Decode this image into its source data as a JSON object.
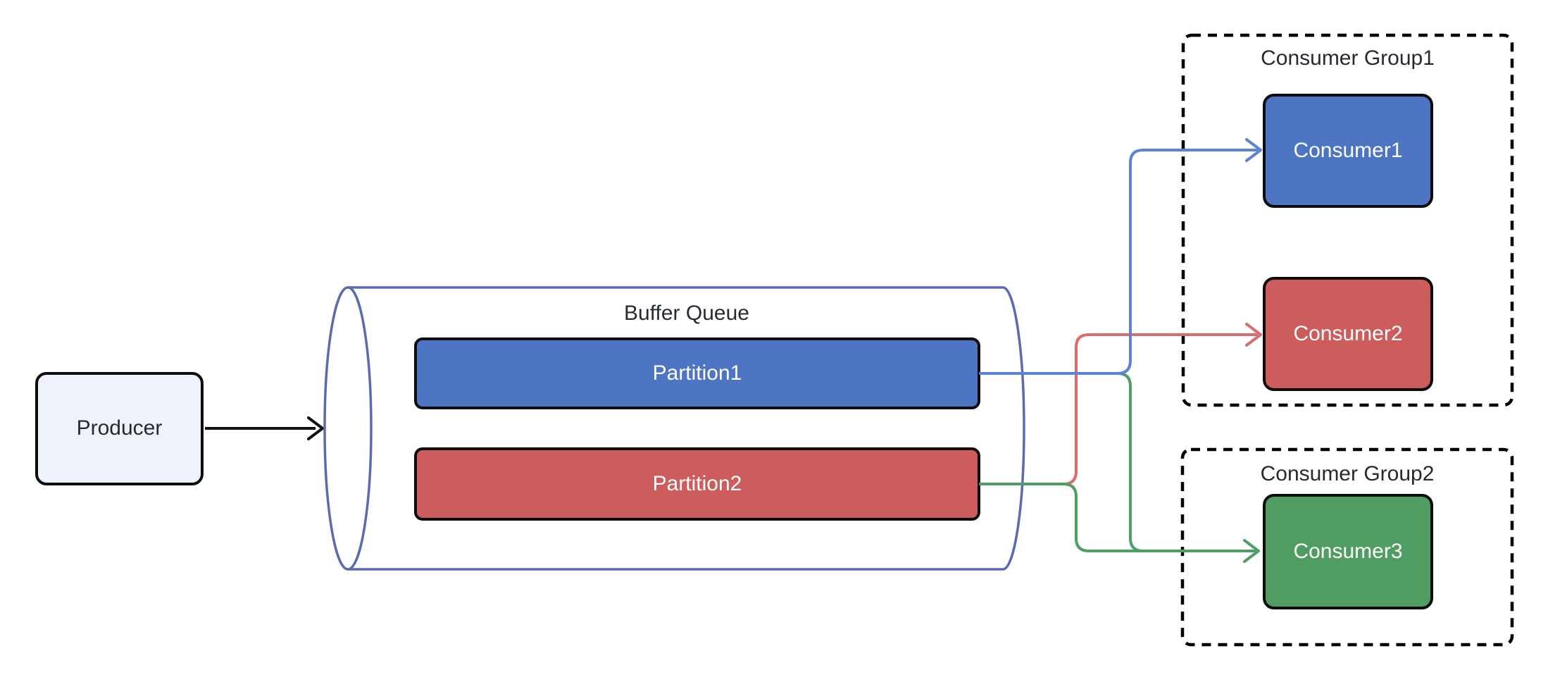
{
  "diagram": {
    "producer": {
      "label": "Producer",
      "fill": "#EDF2FB"
    },
    "buffer_queue": {
      "label": "Buffer Queue",
      "partitions": [
        {
          "label": "Partition1",
          "color": "#4E74C4"
        },
        {
          "label": "Partition2",
          "color": "#CD5C5C"
        }
      ]
    },
    "consumer_groups": [
      {
        "label": "Consumer Group1",
        "consumers": [
          {
            "label": "Consumer1",
            "color": "#4E74C4"
          },
          {
            "label": "Consumer2",
            "color": "#CD5C5C"
          }
        ]
      },
      {
        "label": "Consumer Group2",
        "consumers": [
          {
            "label": "Consumer3",
            "color": "#4F9D63"
          }
        ]
      }
    ],
    "edges": [
      {
        "from": "Producer",
        "to": "Buffer Queue",
        "color": "#111111"
      },
      {
        "from": "Partition1",
        "to": "Consumer1",
        "color": "#5B82D8"
      },
      {
        "from": "Partition2",
        "to": "Consumer2",
        "color": "#D96C6C"
      },
      {
        "from": "Partition1",
        "to": "Consumer3",
        "color": "#4F9E66"
      },
      {
        "from": "Partition2",
        "to": "Consumer3",
        "color": "#4F9E66"
      }
    ],
    "colors": {
      "cylinder_stroke": "#5A6CAE",
      "node_border": "#0d0d0d",
      "group_border": "#000000",
      "text_dark": "#252a33",
      "text_light": "#ffffff"
    }
  }
}
